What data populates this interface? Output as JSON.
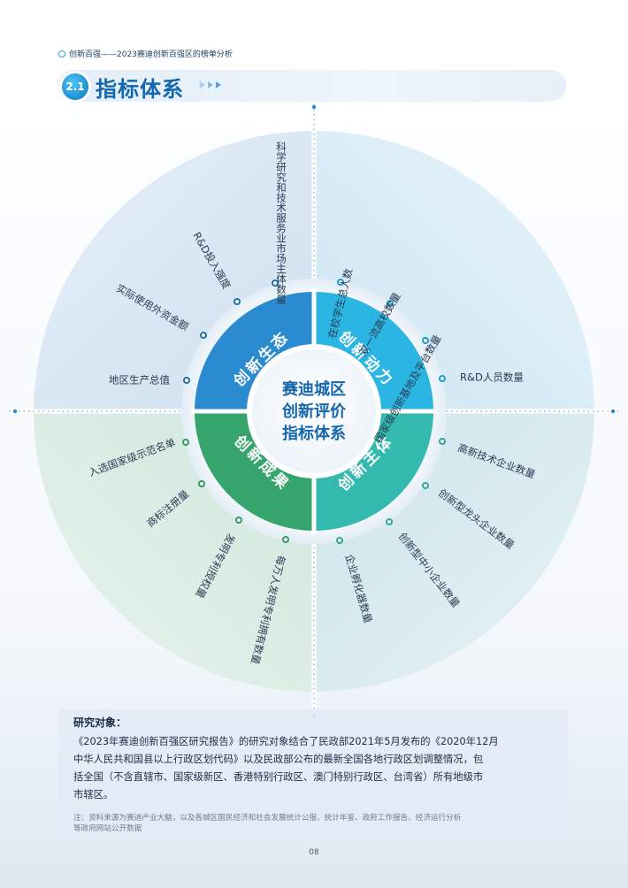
{
  "header": {
    "breadcrumb": "创新百强——2023赛迪创新百强区的榜单分析",
    "section_number": "2.1",
    "section_title": "指标体系"
  },
  "diagram": {
    "center_lines": [
      "赛迪城区",
      "创新评价",
      "指标体系"
    ],
    "quadrants": [
      {
        "label": "创新生态",
        "color": "#2a8bd0"
      },
      {
        "label": "创新动力",
        "color": "#2bb5e2"
      },
      {
        "label": "创新主体",
        "color": "#33b9ad"
      },
      {
        "label": "创新成果",
        "color": "#35a56d"
      }
    ],
    "indicators": {
      "ecology": [
        "地区生产总值",
        "实际使用外资金额",
        "R&D投入强度",
        "科学研究和技术服务业市场主体数量"
      ],
      "drive": [
        "在校学生总人数",
        "双一流高校数量",
        "国家级创新基地及平台数量",
        "R&D人员数量"
      ],
      "subject": [
        "高新技术企业数量",
        "创新型龙头企业数量",
        "创新型中小企业数量",
        "企业孵化器数量"
      ],
      "output": [
        "每万人发明专利拥有数量",
        "发明专利授权量",
        "商标注册量",
        "入选国家级示范名单"
      ]
    }
  },
  "research": {
    "title": "研究对象：",
    "lines": [
      "《2023年赛迪创新百强区研究报告》的研究对象结合了民政部2021年5月发布的《2020年12月",
      "中华人民共和国县以上行政区划代码》以及民政部公布的最新全国各地行政区划调整情况，包",
      "括全国（不含直辖市、国家级新区、香港特别行政区、澳门特别行政区、台湾省）所有地级市",
      "市辖区。"
    ],
    "note_lines": [
      "注：资料来源为赛迪产业大脑，以及各城区国民经济和社会发展统计公报、统计年鉴、政府工作报告、经济运行分析",
      "等政府网站公开数据"
    ]
  },
  "page_number": "08"
}
